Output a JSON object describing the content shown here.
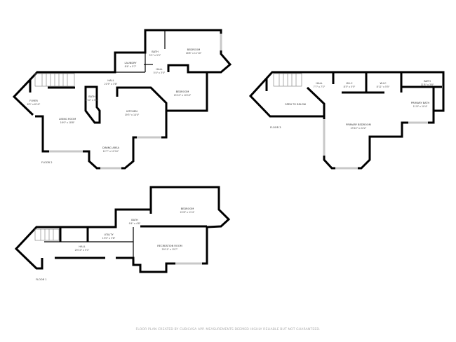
{
  "floors": [
    {
      "label": "FLOOR 2",
      "rooms": [
        {
          "name": "FOYER",
          "dims": "6'3\" x 6'10\""
        },
        {
          "name": "LIVING ROOM",
          "dims": "16'0\" x 18'8\""
        },
        {
          "name": "BATH",
          "dims": "4'10\" x 5'0\""
        },
        {
          "name": "KITCHEN",
          "dims": "19'3\" x 14'4\""
        },
        {
          "name": "DINING AREA",
          "dims": "12'7\" x 12'10\""
        },
        {
          "name": "HALL",
          "dims": "21'9\" x 3'8\""
        },
        {
          "name": "LAUNDRY",
          "dims": "8'4\" x 5'7\""
        },
        {
          "name": "BATH",
          "dims": "5'2\" x 5'5\""
        },
        {
          "name": "HALL",
          "dims": "5'4\" x 3'4\""
        },
        {
          "name": "BEDROOM",
          "dims": "16'8\" x 11'10\""
        },
        {
          "name": "BEDROOM",
          "dims": "15'10\" x 10'10\""
        }
      ]
    },
    {
      "label": "FLOOR 3",
      "rooms": [
        {
          "name": "OPEN TO BELOW",
          "dims": ""
        },
        {
          "name": "HALL",
          "dims": "7'7\" x 7'2\""
        },
        {
          "name": "W.I.C",
          "dims": "8'3\" x 5'5\""
        },
        {
          "name": "W.I.C",
          "dims": "8'11\" x 5'5\""
        },
        {
          "name": "BATH",
          "dims": "11'8\" x 3'8\""
        },
        {
          "name": "PRIMARY BATH",
          "dims": "11'8\" x 10'4\""
        },
        {
          "name": "PRIMARY BEDROOM",
          "dims": "23'10\" x 24'2\""
        }
      ]
    },
    {
      "label": "FLOOR 1",
      "rooms": [
        {
          "name": "HALL",
          "dims": "29'10\" x 5'1\""
        },
        {
          "name": "UTILITY",
          "dims": "13'0\" x 3'8\""
        },
        {
          "name": "BATH",
          "dims": "9'4\" x 4'8\""
        },
        {
          "name": "BEDROOM",
          "dims": "22'8\" x 11'4\""
        },
        {
          "name": "RECREATION ROOM",
          "dims": "20'11\" x 15'7\""
        }
      ]
    }
  ],
  "footer": "FLOOR PLAN CREATED BY CUBICASA APP. MEASUREMENTS DEEMED HIGHLY RELIABLE BUT NOT GUARANTEED."
}
